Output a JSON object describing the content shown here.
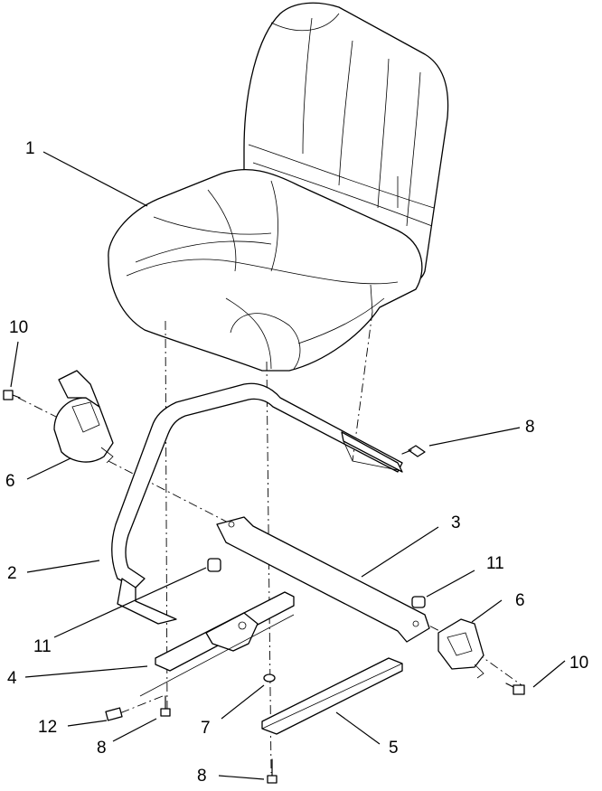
{
  "callouts": {
    "c1": "1",
    "c2": "2",
    "c3": "3",
    "c4": "4",
    "c5": "5",
    "c6a": "6",
    "c6b": "6",
    "c7": "7",
    "c8a": "8",
    "c8b": "8",
    "c8c": "8",
    "c10a": "10",
    "c10b": "10",
    "c11a": "11",
    "c11b": "11",
    "c12": "12"
  }
}
